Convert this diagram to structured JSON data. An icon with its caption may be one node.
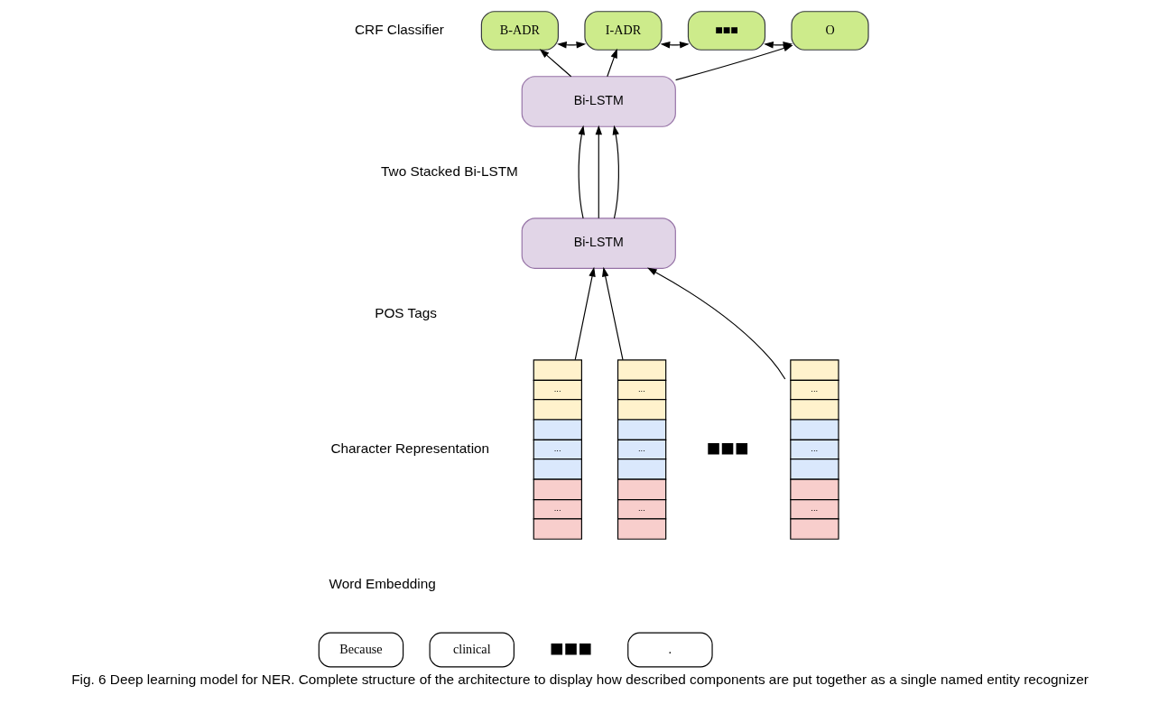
{
  "diagram": {
    "caption": "Fig. 6 Deep learning model for NER. Complete structure of the architecture to display how described components are put together as a single named entity recognizer",
    "nodes": [
      {
        "text": [
          "B-ADR"
        ]
      },
      {
        "text": [
          "I-ADR"
        ]
      },
      {
        "text": [
          "■■■"
        ]
      },
      {
        "text": [
          "O"
        ]
      },
      {
        "text": [
          "Bi-LSTM"
        ]
      },
      {
        "text": [
          "Bi-LSTM"
        ]
      },
      {
        "text": [
          "...",
          "...",
          "..."
        ]
      },
      {
        "text": [
          "...",
          "...",
          "..."
        ]
      },
      {
        "text": [
          "...",
          "...",
          "..."
        ]
      },
      {
        "text": [
          "Because"
        ]
      },
      {
        "text": [
          "clinical"
        ]
      },
      {
        "text": [
          "."
        ]
      }
    ],
    "edges": [
      {
        "from": 0,
        "to": 1,
        "arrow": "both"
      },
      {
        "from": 1,
        "to": 2,
        "arrow": "both"
      },
      {
        "from": 2,
        "to": 3,
        "arrow": "both"
      },
      {
        "from": 4,
        "to": 0,
        "arrow": "to"
      },
      {
        "from": 4,
        "to": 1,
        "arrow": "to"
      },
      {
        "from": 4,
        "to": 3,
        "arrow": "to"
      },
      {
        "from": 5,
        "to": 4,
        "arrow": "to"
      },
      {
        "from": 5,
        "to": 4,
        "arrow": "to"
      },
      {
        "from": 5,
        "to": 4,
        "arrow": "to"
      },
      {
        "from": 6,
        "to": 5,
        "arrow": "to"
      },
      {
        "from": 7,
        "to": 5,
        "arrow": "to"
      },
      {
        "from": 8,
        "to": 5,
        "arrow": "to"
      }
    ],
    "labels": [
      "CRF Classifier",
      "Two Stacked Bi-LSTM",
      "POS Tags",
      "Character Representation",
      "Word Embedding",
      "■■■",
      "■■■"
    ]
  }
}
